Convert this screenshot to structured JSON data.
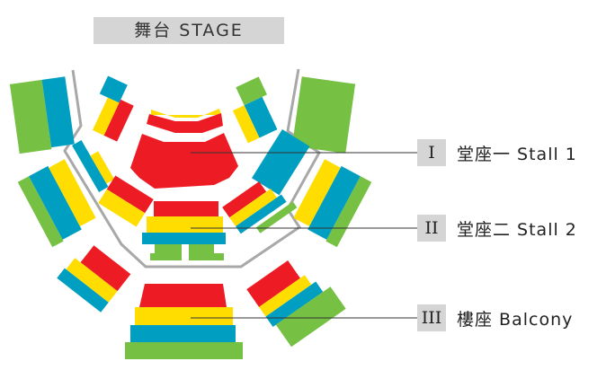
{
  "stage": {
    "label": "舞台 STAGE"
  },
  "legend": [
    {
      "numeral": "I",
      "label": "堂座一 Stall 1"
    },
    {
      "numeral": "II",
      "label": "堂座二 Stall 2"
    },
    {
      "numeral": "III",
      "label": "樓座 Balcony"
    }
  ],
  "colors": {
    "red": "#ED1C24",
    "yellow": "#FFDD00",
    "blue": "#009FC2",
    "green": "#76C043",
    "line": "#A8A8A8",
    "label_bg": "#D5D5D5"
  }
}
